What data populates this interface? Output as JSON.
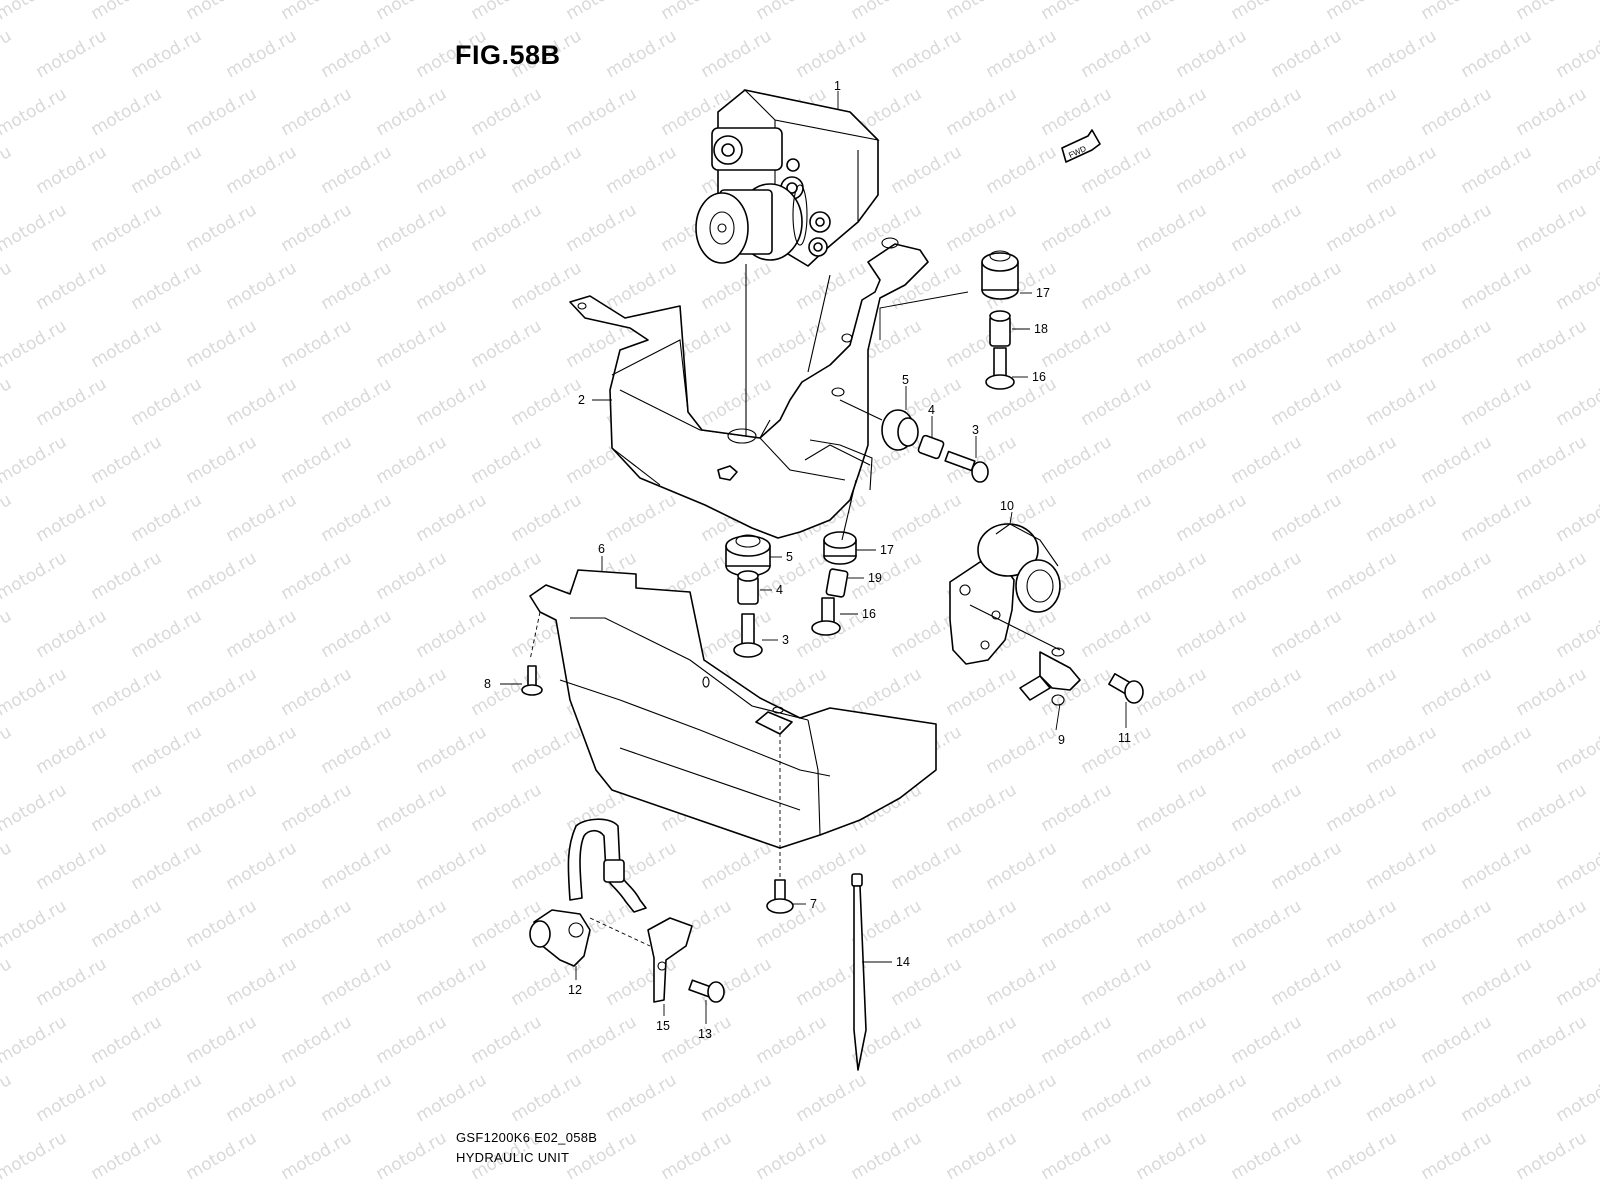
{
  "figure": {
    "title": "FIG.58B",
    "code": "GSF1200K6 E02_058B",
    "name": "HYDRAULIC UNIT"
  },
  "watermark_text": "motod.ru",
  "fwd_label": "FWD",
  "callouts": [
    "1",
    "2",
    "3",
    "3",
    "4",
    "4",
    "5",
    "5",
    "6",
    "7",
    "8",
    "9",
    "10",
    "11",
    "12",
    "13",
    "14",
    "15",
    "16",
    "16",
    "17",
    "17",
    "18",
    "19"
  ]
}
